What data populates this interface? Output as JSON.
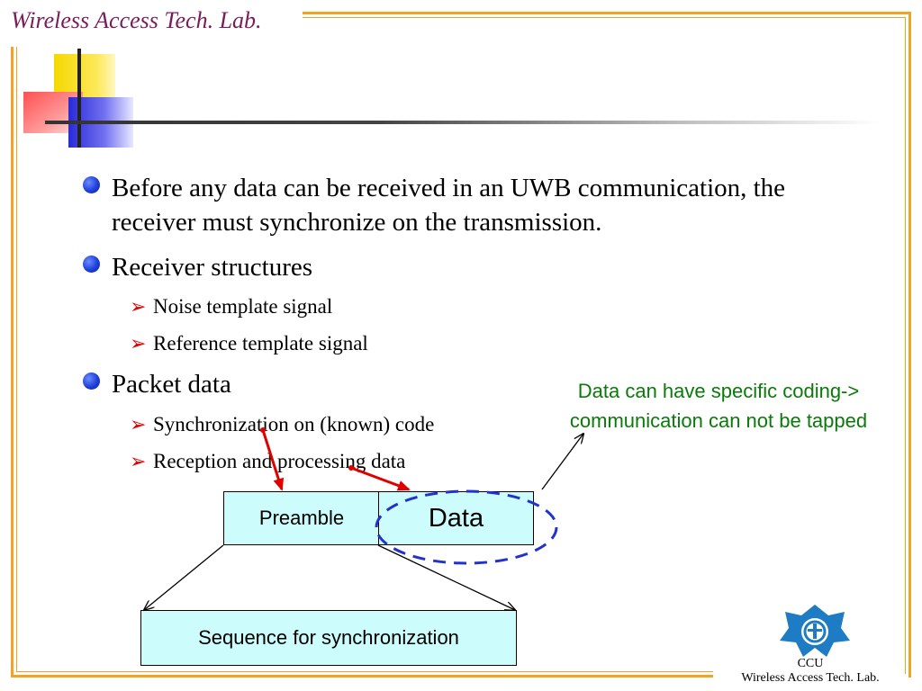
{
  "header": {
    "title": "Wireless Access Tech. Lab."
  },
  "bullets": [
    {
      "text": "Before any data can be received in an UWB communication, the receiver must synchronize on the transmission.",
      "subs": []
    },
    {
      "text": "Receiver structures",
      "subs": [
        "Noise template signal",
        "Reference template signal"
      ]
    },
    {
      "text": "Packet data",
      "subs": [
        "Synchronization on (known) code",
        "Reception and processing data"
      ]
    }
  ],
  "callout": {
    "line1": "Data can have specific coding->",
    "line2": "communication can not be tapped"
  },
  "diagram": {
    "preamble_label": "Preamble",
    "data_label": "Data",
    "sequence_label": "Sequence for synchronization"
  },
  "footer": {
    "line1": "CCU",
    "line2": "Wireless Access Tech. Lab."
  },
  "colors": {
    "frame": "#f3a226",
    "title": "#7a1c5a",
    "bullet": "#1e3fd8",
    "sub_arrow": "#e00000",
    "callout": "#0a7a0a",
    "box_fill": "#ccfcfc",
    "ellipse": "#2233cc",
    "pointer_arrow": "#e00000"
  },
  "icons": {
    "bullet": "blue-dot-icon",
    "sub_bullet": "red-arrowhead-icon",
    "logo": "ccu-emblem-icon"
  }
}
